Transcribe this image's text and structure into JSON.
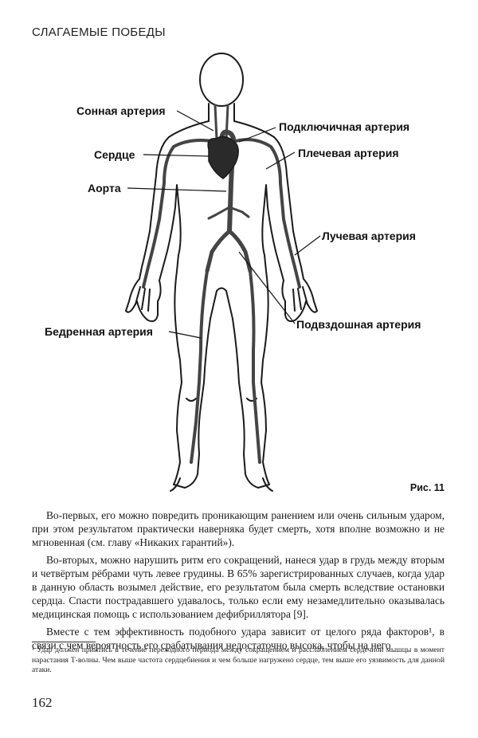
{
  "running_head": "СЛАГАЕМЫЕ ПОБЕДЫ",
  "figure": {
    "labels": {
      "carotid": "Сонная артерия",
      "subclavian": "Подключичная артерия",
      "heart": "Сердце",
      "brachial": "Плечевая артерия",
      "aorta": "Аорта",
      "radial": "Лучевая артерия",
      "femoral": "Бедренная артерия",
      "iliac": "Подвздошная артерия"
    },
    "caption": "Рис. 11"
  },
  "paragraphs": [
    "Во-первых, его можно повредить проникающим ранением или очень сильным ударом, при этом результатом практически наверняка будет смерть, хотя вполне возможно и не мгновенная (см. главу «Никаких гарантий»).",
    "Во-вторых, можно нарушить ритм его сокращений, нанеся удар в грудь между вторым и четвёртым рёбрами чуть левее грудины. В 65% зарегистрированных случаев, когда удар в данную область возымел действие, его результатом была смерть вследствие остановки сердца. Спасти пострадавшего удавалось, только если ему незамедлительно оказывалась медицинская помощь с использованием дефибриллятора [9].",
    "Вместе с тем эффективность подобного удара зависит от целого ряда факторов¹, в связи с чем вероятность его срабатывания недостаточно высока, чтобы на него"
  ],
  "footnote": "¹ Удар должен прийтись в течение переходного периода между сокращением и расслаблением сердечной мышцы в момент нарастания Т-волны. Чем выше частота сердцебиения и чем больше нагружено сердце, тем выше его уязвимость для данной атаки.",
  "page_number": "162"
}
